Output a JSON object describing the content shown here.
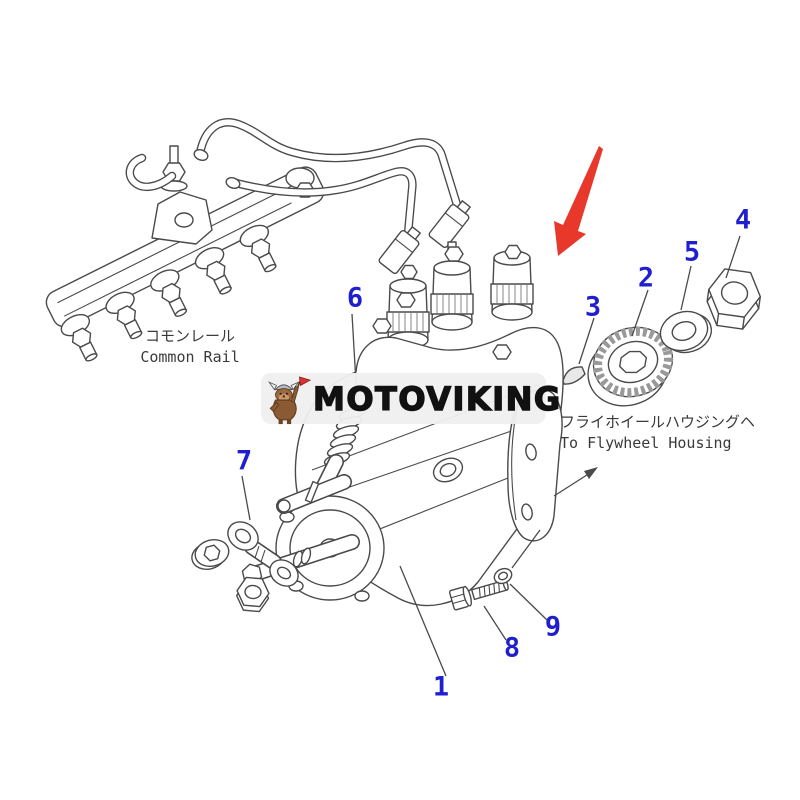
{
  "watermark": {
    "text": "MOTOVIKING",
    "logo": "viking-mascot-icon"
  },
  "labels": {
    "common_rail": {
      "jp": "コモンレール",
      "en": "Common Rail"
    },
    "flywheel_housing": {
      "jp": "フライホイールハウジングヘ",
      "en": "To Flywheel Housing"
    }
  },
  "callouts": [
    {
      "label": "1"
    },
    {
      "label": "2"
    },
    {
      "label": "3"
    },
    {
      "label": "4"
    },
    {
      "label": "5"
    },
    {
      "label": "6"
    },
    {
      "label": "7"
    },
    {
      "label": "8"
    },
    {
      "label": "9"
    }
  ],
  "icons": {
    "red_arrow": "large red arrow pointing down-left at injection pump",
    "flywheel_arrow": "thin arrow pointing up-right toward flywheel housing label"
  },
  "colors": {
    "callout_number": "#1f1fd0",
    "red_arrow": "#e8372b",
    "line_art": "#4a4a4a",
    "watermark_bg": "#efefef",
    "label_text": "#3a3a3a"
  }
}
